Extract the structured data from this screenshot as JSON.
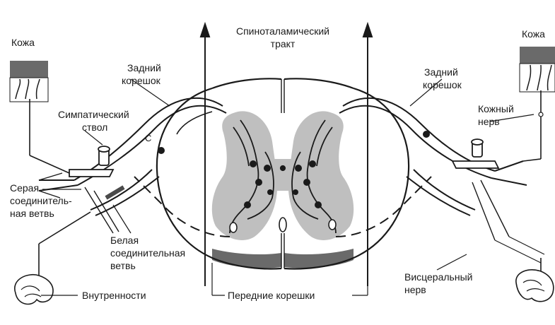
{
  "labels": {
    "skin_left": "Кожа",
    "skin_right": "Кожа",
    "spinothalamic_1": "Спиноталамический",
    "spinothalamic_2": "тракт",
    "posterior_root_left_1": "Задний",
    "posterior_root_left_2": "корешок",
    "posterior_root_right_1": "Задний",
    "posterior_root_right_2": "корешок",
    "sympathetic_trunk_1": "Симпатический",
    "sympathetic_trunk_2": "ствол",
    "cutaneous_nerve_1": "Кожный",
    "cutaneous_nerve_2": "нерв",
    "gray_ramus_1": "Серая",
    "gray_ramus_2": "соединитель-",
    "gray_ramus_3": "ная ветвь",
    "white_ramus_1": "Белая",
    "white_ramus_2": "соединительная",
    "white_ramus_3": "ветвь",
    "viscera": "Внутренности",
    "anterior_roots": "Передние корешки",
    "visceral_nerve_1": "Висцеральный",
    "visceral_nerve_2": "нерв",
    "marker_c": "C"
  },
  "colors": {
    "ink": "#1a1a1a",
    "gray_matter": "#b9b9b9",
    "skin_top": "#6a6a6a",
    "white_ramus": "#4a4a4a"
  }
}
